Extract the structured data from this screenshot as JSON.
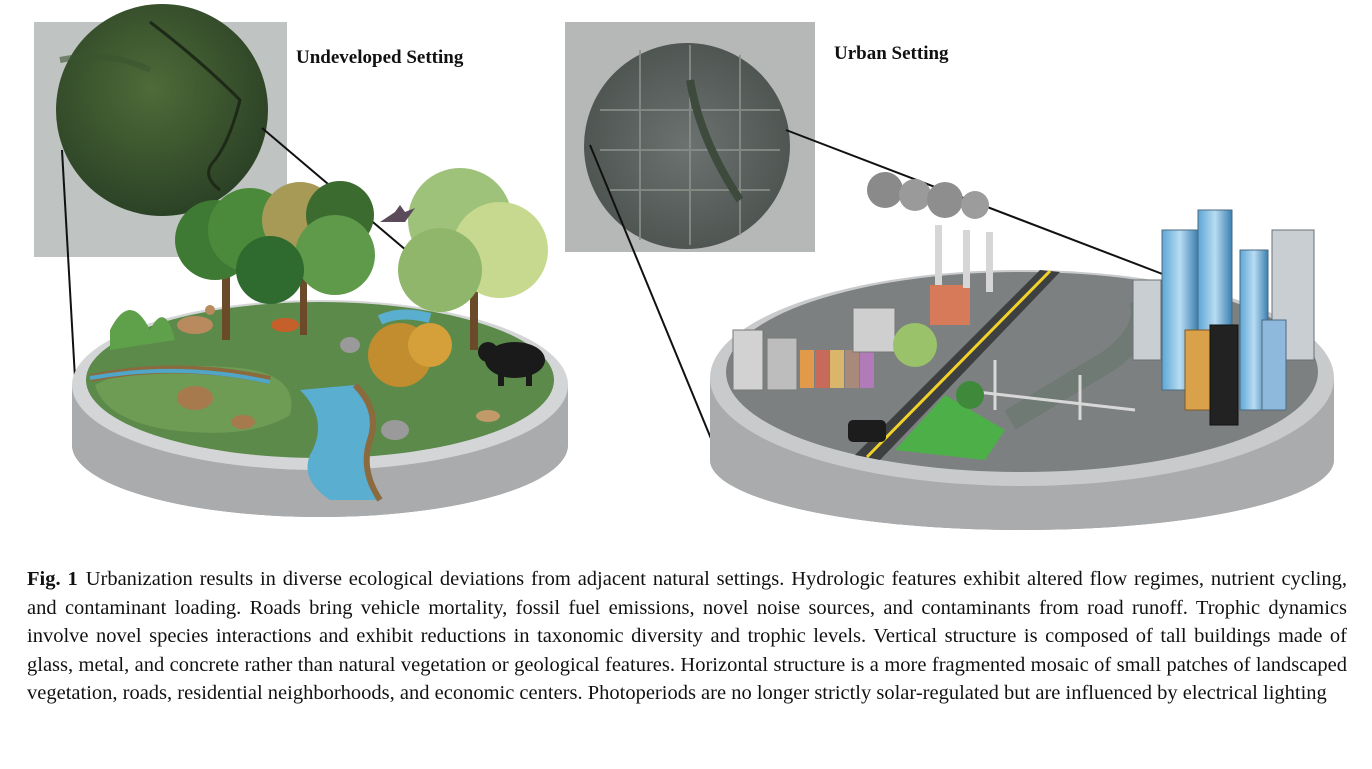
{
  "figure": {
    "panels": [
      {
        "label": "Undeveloped Setting"
      },
      {
        "label": "Urban Setting"
      }
    ]
  },
  "caption": {
    "fig_number": "Fig. 1",
    "text": "Urbanization results in diverse ecological deviations from adjacent natural settings. Hydrologic features exhibit altered flow regimes, nutrient cycling, and contaminant loading. Roads bring vehicle mortality, fossil fuel emissions, novel noise sources, and contaminants from road runoff. Trophic dynamics involve novel species interactions and exhibit reductions in taxonomic diversity and trophic levels. Vertical structure is composed of tall buildings made of glass, metal, and concrete rather than natural vegetation or geological features. Horizontal structure is a more fragmented mosaic of small patches of landscaped vegetation, roads, residential neighborhoods, and economic centers. Photoperiods are no longer strictly solar-regulated but are influenced by electrical lighting"
  }
}
